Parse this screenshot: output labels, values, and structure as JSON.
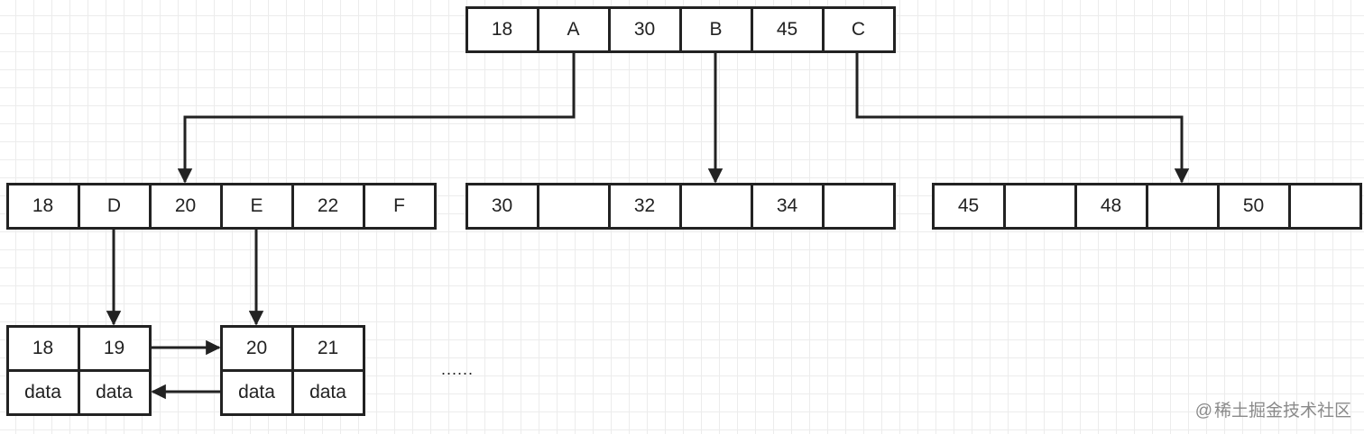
{
  "colors": {
    "stroke": "#222222",
    "grid": "#ececec",
    "watermark": "#8a8a8a"
  },
  "root": {
    "cells": [
      "18",
      "A",
      "30",
      "B",
      "45",
      "C"
    ]
  },
  "internal": [
    {
      "cells": [
        "18",
        "D",
        "20",
        "E",
        "22",
        "F"
      ]
    },
    {
      "cells": [
        "30",
        "",
        "32",
        "",
        "34",
        ""
      ]
    },
    {
      "cells": [
        "45",
        "",
        "48",
        "",
        "50",
        ""
      ]
    }
  ],
  "leaves": [
    {
      "keys": [
        "18",
        "19"
      ],
      "data": [
        "data",
        "data"
      ]
    },
    {
      "keys": [
        "20",
        "21"
      ],
      "data": [
        "data",
        "data"
      ]
    }
  ],
  "ellipsis": "......",
  "watermark": {
    "icon": "at-icon",
    "text": "稀土掘金技术社区"
  }
}
